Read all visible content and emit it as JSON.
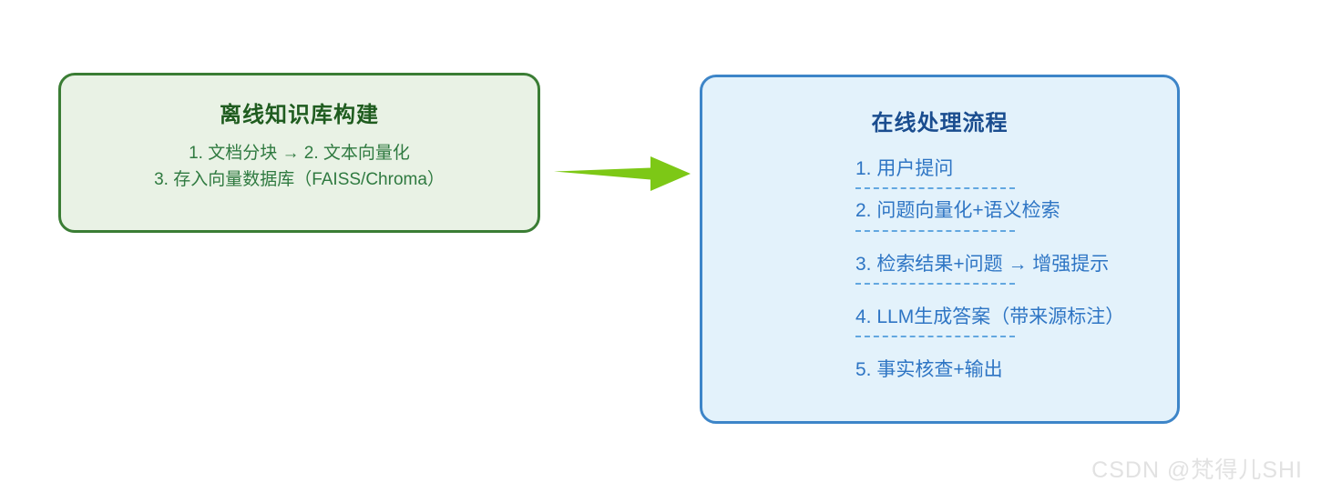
{
  "diagram": {
    "offline_box": {
      "title": "离线知识库构建",
      "lines": [
        "1. 文档分块 → 2. 文本向量化",
        "3. 存入向量数据库（FAISS/Chroma）"
      ],
      "border_color": "#3a7d34",
      "fill_color": "#e9f2e5",
      "title_color": "#1f5c1f",
      "text_color": "#2f7a40"
    },
    "connector": {
      "icon": "arrow-right-icon",
      "color": "#7dc816",
      "direction": "left-to-right"
    },
    "online_box": {
      "title": "在线处理流程",
      "steps": [
        "1. 用户提问",
        "2. 问题向量化+语义检索",
        "3. 检索结果+问题 → 增强提示",
        "4. LLM生成答案（带来源标注）",
        "5. 事实核查+输出"
      ],
      "border_color": "#3d85c8",
      "fill_color": "#e3f2fb",
      "title_color": "#1a4d8f",
      "text_color": "#2e75c4",
      "separator_color": "#62a7e0"
    }
  },
  "watermark": {
    "text": "CSDN @梵得儿SHI"
  }
}
